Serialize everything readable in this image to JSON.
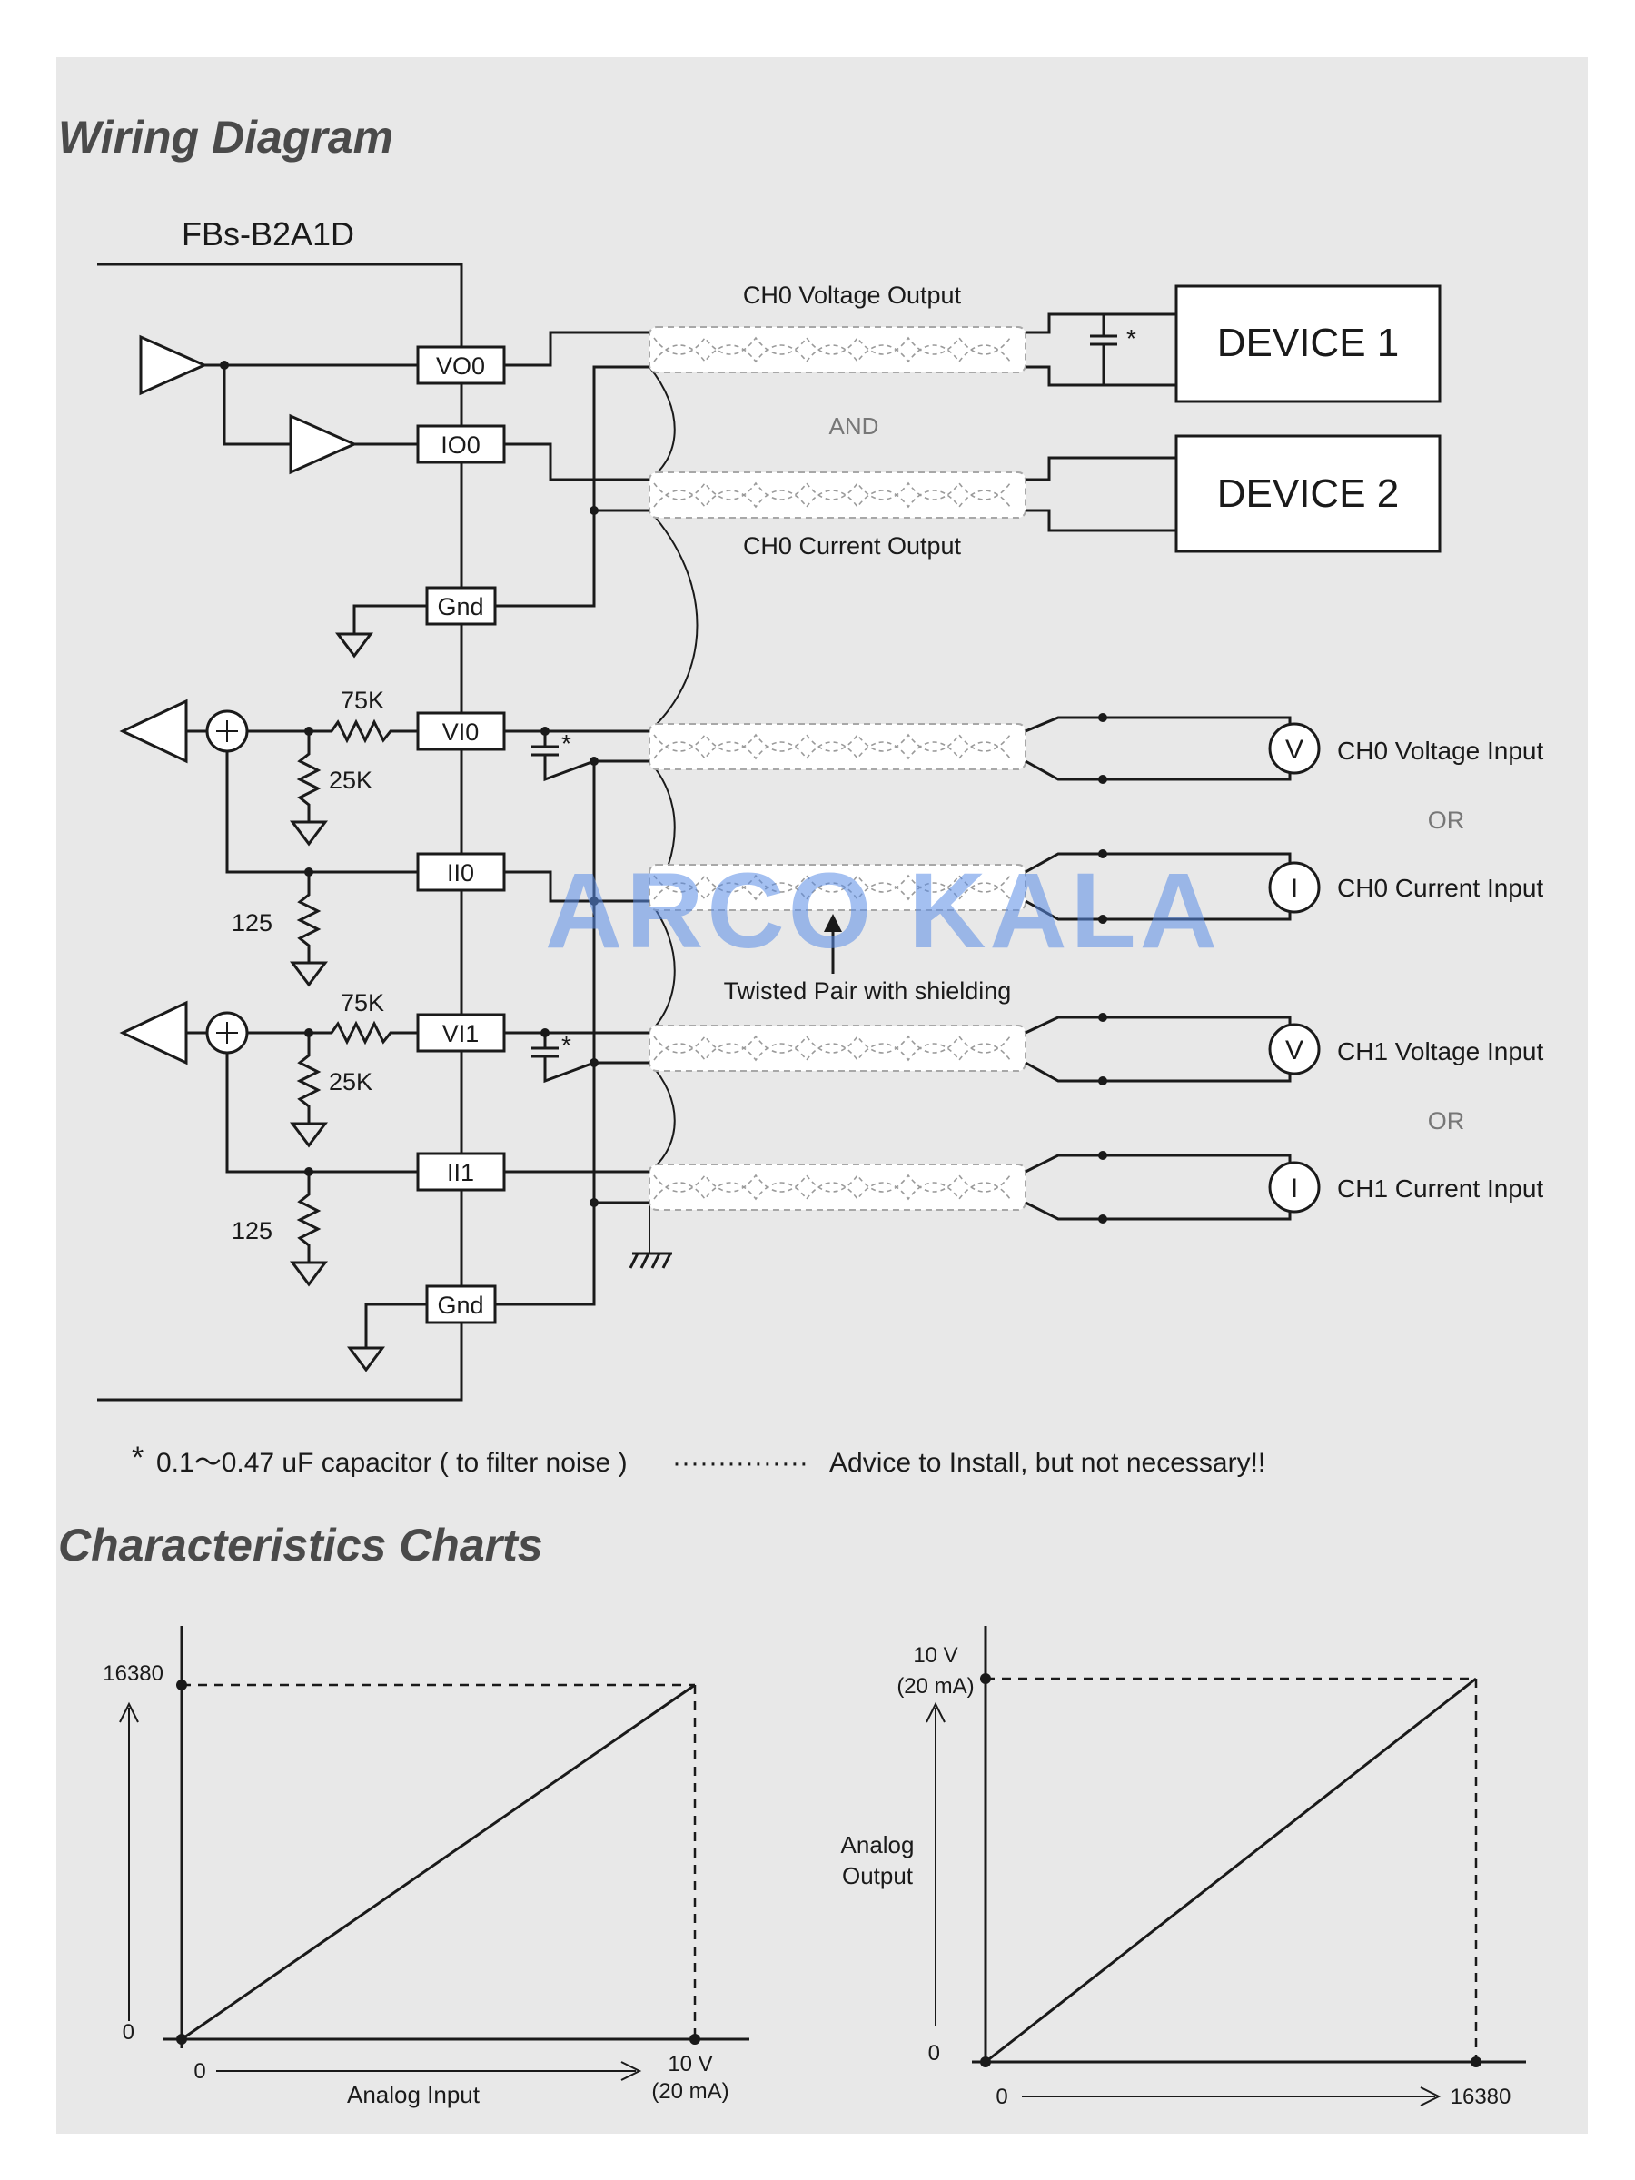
{
  "headings": {
    "wiring": "Wiring Diagram",
    "charts": "Characteristics Charts"
  },
  "wiring": {
    "module_name": "FBs-B2A1D",
    "terminals": [
      "VO0",
      "IO0",
      "Gnd",
      "VI0",
      "II0",
      "VI1",
      "II1",
      "Gnd"
    ],
    "resistors": {
      "r1": "75K",
      "r2": "25K",
      "r3": "125",
      "r4": "75K",
      "r5": "25K",
      "r6": "125"
    },
    "cap_marks": [
      "*",
      "*",
      "*"
    ],
    "cable_labels": {
      "ch0_voltage_output": "CH0 Voltage Output",
      "and": "AND",
      "ch0_current_output": "CH0 Current Output",
      "twisted_pair": "Twisted Pair with shielding"
    },
    "devices": [
      "DEVICE 1",
      "DEVICE 2"
    ],
    "meters": [
      "V",
      "I",
      "V",
      "I"
    ],
    "inputs": {
      "ch0_voltage": "CH0 Voltage Input",
      "or_1": "OR",
      "ch0_current": "CH0 Current Input",
      "ch1_voltage": "CH1 Voltage Input",
      "or_2": "OR",
      "ch1_current": "CH1 Current Input"
    },
    "note": {
      "star": "*",
      "text": "0.1～0.47 uF capacitor ( to filter noise )",
      "leader": "···············",
      "advice": "Advice to Install, but not necessary!!"
    },
    "watermark": "ARCO KALA"
  },
  "charts": {
    "input_chart": {
      "y_top": "16380",
      "y_zero": "0",
      "x_zero": "0",
      "x_max_line1": "10 V",
      "x_max_line2": "(20 mA)",
      "x_label": "Analog Input"
    },
    "output_chart": {
      "y_top_line1": "10 V",
      "y_top_line2": "(20 mA)",
      "y_label_line1": "Analog",
      "y_label_line2": "Output",
      "y_zero": "0",
      "x_zero": "0",
      "x_max": "16380"
    }
  },
  "chart_data": [
    {
      "type": "line",
      "series": [
        {
          "x": [
            0,
            10
          ],
          "y": [
            0,
            16380
          ]
        }
      ],
      "xlim": [
        0,
        10
      ],
      "ylim": [
        0,
        16380
      ],
      "xlabel": "Analog Input",
      "ylabel": "",
      "x_tick_labels": [
        "0",
        "10 V (20 mA)"
      ],
      "y_tick_labels": [
        "0",
        "16380"
      ]
    },
    {
      "type": "line",
      "series": [
        {
          "x": [
            0,
            16380
          ],
          "y": [
            0,
            10
          ]
        }
      ],
      "xlim": [
        0,
        16380
      ],
      "ylim": [
        0,
        10
      ],
      "xlabel": "",
      "ylabel": "Analog Output",
      "x_tick_labels": [
        "0",
        "16380"
      ],
      "y_tick_labels": [
        "0",
        "10 V (20 mA)"
      ]
    }
  ]
}
